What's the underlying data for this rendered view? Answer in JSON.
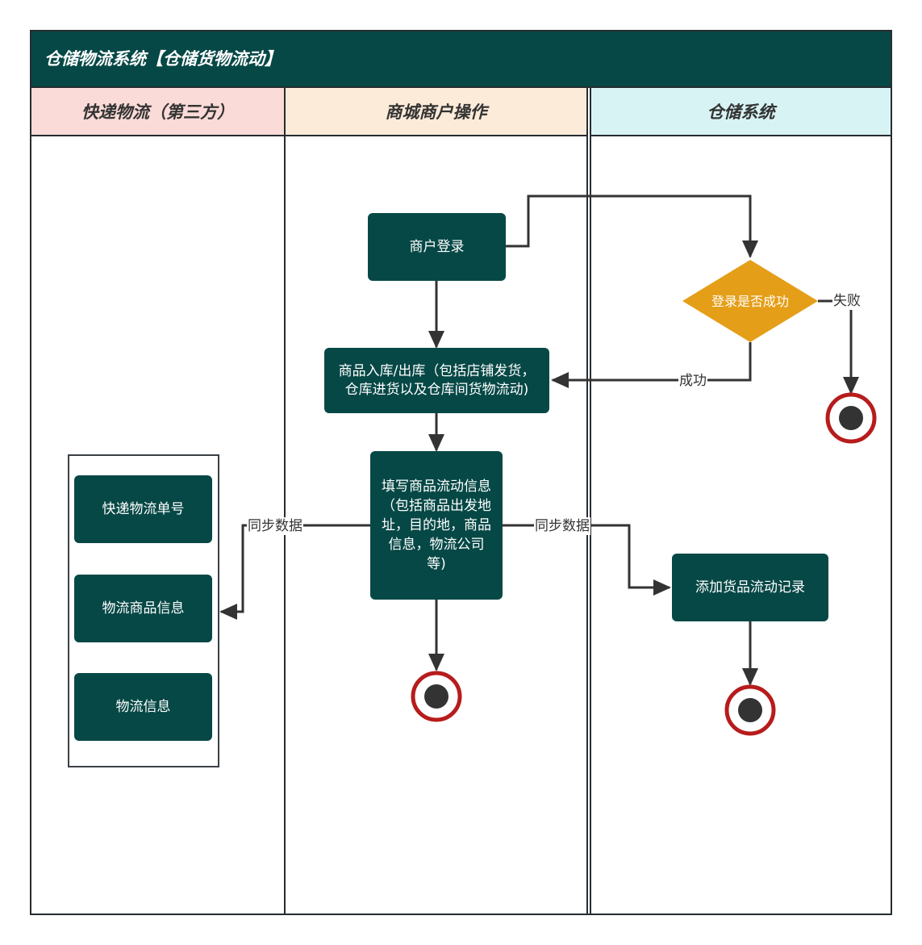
{
  "pool": {
    "title": "仓储物流系统【仓储货物流动】",
    "header_color": "#064846"
  },
  "lanes": [
    {
      "label": "快递物流（第三方）",
      "color": "#fadbd8"
    },
    {
      "label": "商城商户操作",
      "color": "#fdebd9"
    },
    {
      "label": "仓储系统",
      "color": "#d8f3f3"
    }
  ],
  "nodes": {
    "merchant_login": "商户登录",
    "goods_in_out": "商品入库/出库（包括店铺发货，仓库进货以及仓库间货物流动)",
    "fill_flow_info": "填写商品流动信息（包括商品出发地址，目的地，商品信息，物流公司等)",
    "login_success_decision": "登录是否成功",
    "add_flow_record": "添加货品流动记录",
    "express_tracking_no": "快递物流单号",
    "logistics_goods_info": "物流商品信息",
    "logistics_info": "物流信息"
  },
  "edge_labels": {
    "fail": "失败",
    "success": "成功",
    "sync_left": "同步数据",
    "sync_right": "同步数据"
  },
  "colors": {
    "node_fill": "#064846",
    "decision_fill": "#e59e18",
    "end_ring": "#b71c1c",
    "end_dot": "#333333",
    "edge": "#333333"
  }
}
